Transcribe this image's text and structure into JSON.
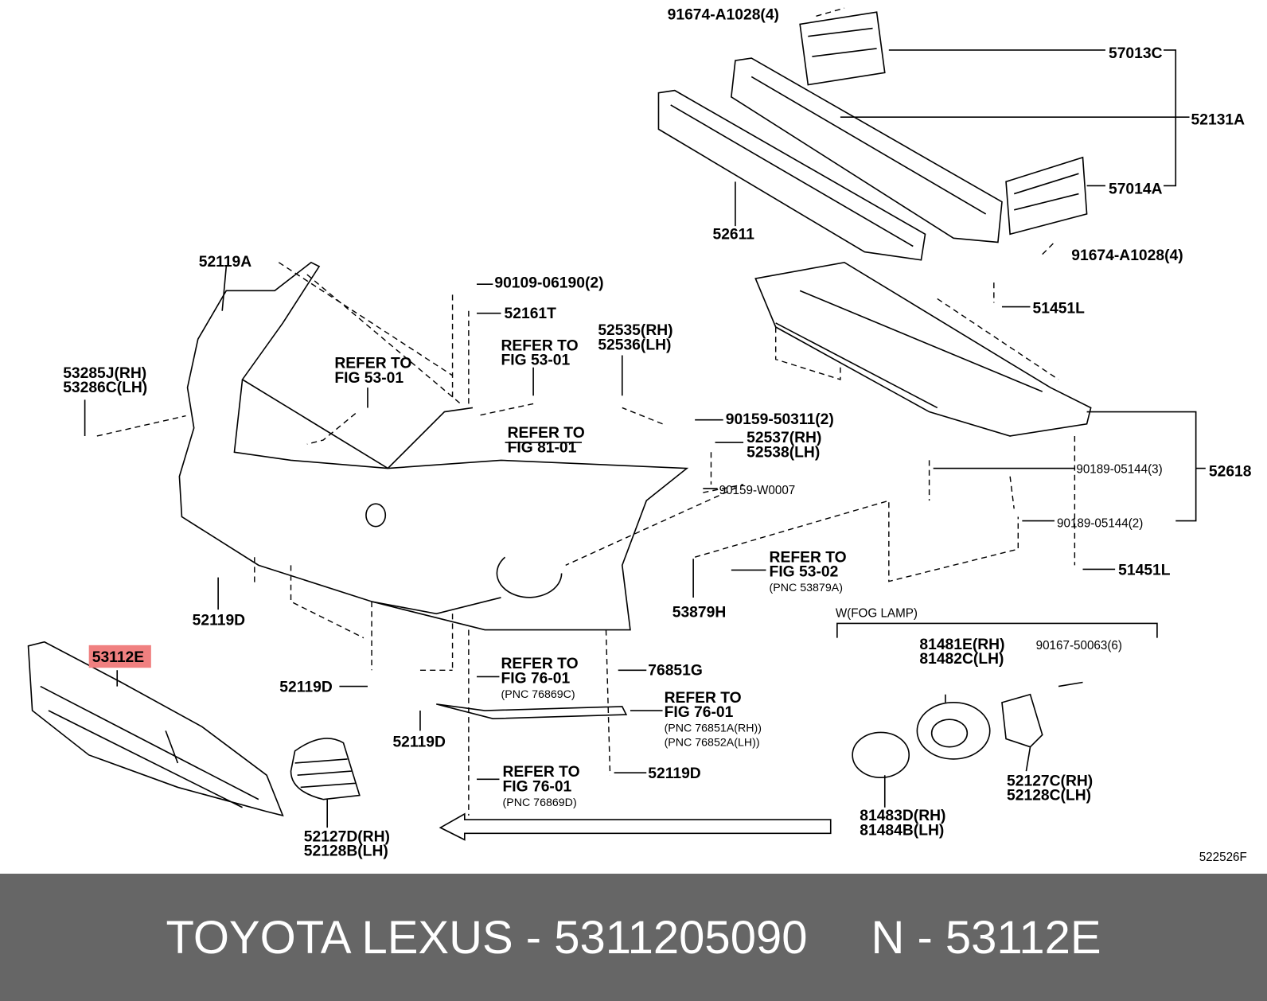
{
  "diagram_id": "522526F",
  "highlight_color": "#f08080",
  "highlighted_part": "53112E",
  "callouts": [
    {
      "id": "91674-a1028-top",
      "lines": [
        "91674-A1028(4)"
      ]
    },
    {
      "id": "57013c",
      "lines": [
        "57013C"
      ]
    },
    {
      "id": "52131a",
      "lines": [
        "52131A"
      ]
    },
    {
      "id": "57014a",
      "lines": [
        "57014A"
      ]
    },
    {
      "id": "52611",
      "lines": [
        "52611"
      ]
    },
    {
      "id": "91674-a1028-bottom",
      "lines": [
        "91674-A1028(4)"
      ]
    },
    {
      "id": "52119a",
      "lines": [
        "52119A"
      ]
    },
    {
      "id": "90109-06190",
      "lines": [
        "90109-06190(2)"
      ]
    },
    {
      "id": "52161t",
      "lines": [
        "52161T"
      ]
    },
    {
      "id": "51451l-top",
      "lines": [
        "51451L"
      ]
    },
    {
      "id": "52535",
      "lines": [
        "52535(RH)",
        "52536(LH)"
      ]
    },
    {
      "id": "refer-53-01-right",
      "lines": [
        "REFER TO",
        "FIG 53-01"
      ]
    },
    {
      "id": "refer-53-01-left",
      "lines": [
        "REFER TO",
        "FIG 53-01"
      ]
    },
    {
      "id": "53285j",
      "lines": [
        "53285J(RH)",
        "53286C(LH)"
      ]
    },
    {
      "id": "90159-50311",
      "lines": [
        "90159-50311(2)"
      ]
    },
    {
      "id": "refer-81-01",
      "lines": [
        "REFER TO",
        "FIG 81-01"
      ]
    },
    {
      "id": "52537",
      "lines": [
        "52537(RH)",
        "52538(LH)"
      ]
    },
    {
      "id": "90189-05144-3",
      "lines": [
        "90189-05144(3)"
      ]
    },
    {
      "id": "52618",
      "lines": [
        "52618"
      ]
    },
    {
      "id": "90159-w0007",
      "lines": [
        "90159-W0007"
      ]
    },
    {
      "id": "90189-05144-2",
      "lines": [
        "90189-05144(2)"
      ]
    },
    {
      "id": "refer-53-02",
      "lines": [
        "REFER TO",
        "FIG 53-02",
        "(PNC 53879A)"
      ]
    },
    {
      "id": "51451l-bottom",
      "lines": [
        "51451L"
      ]
    },
    {
      "id": "53879h",
      "lines": [
        "53879H"
      ]
    },
    {
      "id": "52119d-1",
      "lines": [
        "52119D"
      ]
    },
    {
      "id": "fog-lamp-group",
      "lines": [
        "W(FOG LAMP)"
      ]
    },
    {
      "id": "53112e",
      "lines": [
        "53112E"
      ]
    },
    {
      "id": "81481e",
      "lines": [
        "81481E(RH)",
        "81482C(LH)"
      ]
    },
    {
      "id": "90167-50063",
      "lines": [
        "90167-50063(6)"
      ]
    },
    {
      "id": "refer-76-01-c",
      "lines": [
        "REFER TO",
        "FIG 76-01",
        "(PNC 76869C)"
      ]
    },
    {
      "id": "76851g",
      "lines": [
        "76851G"
      ]
    },
    {
      "id": "52119d-2",
      "lines": [
        "52119D"
      ]
    },
    {
      "id": "refer-76-01-a",
      "lines": [
        "REFER TO",
        "FIG 76-01",
        "(PNC 76851A(RH))",
        "(PNC 76852A(LH))"
      ]
    },
    {
      "id": "52119d-3",
      "lines": [
        "52119D"
      ]
    },
    {
      "id": "refer-76-01-d",
      "lines": [
        "REFER TO",
        "FIG 76-01",
        "(PNC 76869D)"
      ]
    },
    {
      "id": "52119d-4",
      "lines": [
        "52119D"
      ]
    },
    {
      "id": "52127c",
      "lines": [
        "52127C(RH)",
        "52128C(LH)"
      ]
    },
    {
      "id": "81483d",
      "lines": [
        "81483D(RH)",
        "81484B(LH)"
      ]
    },
    {
      "id": "52127d",
      "lines": [
        "52127D(RH)",
        "52128B(LH)"
      ]
    }
  ],
  "footer": {
    "left": "TOYOTA LEXUS - 5311205090",
    "right": "N - 53112E"
  }
}
